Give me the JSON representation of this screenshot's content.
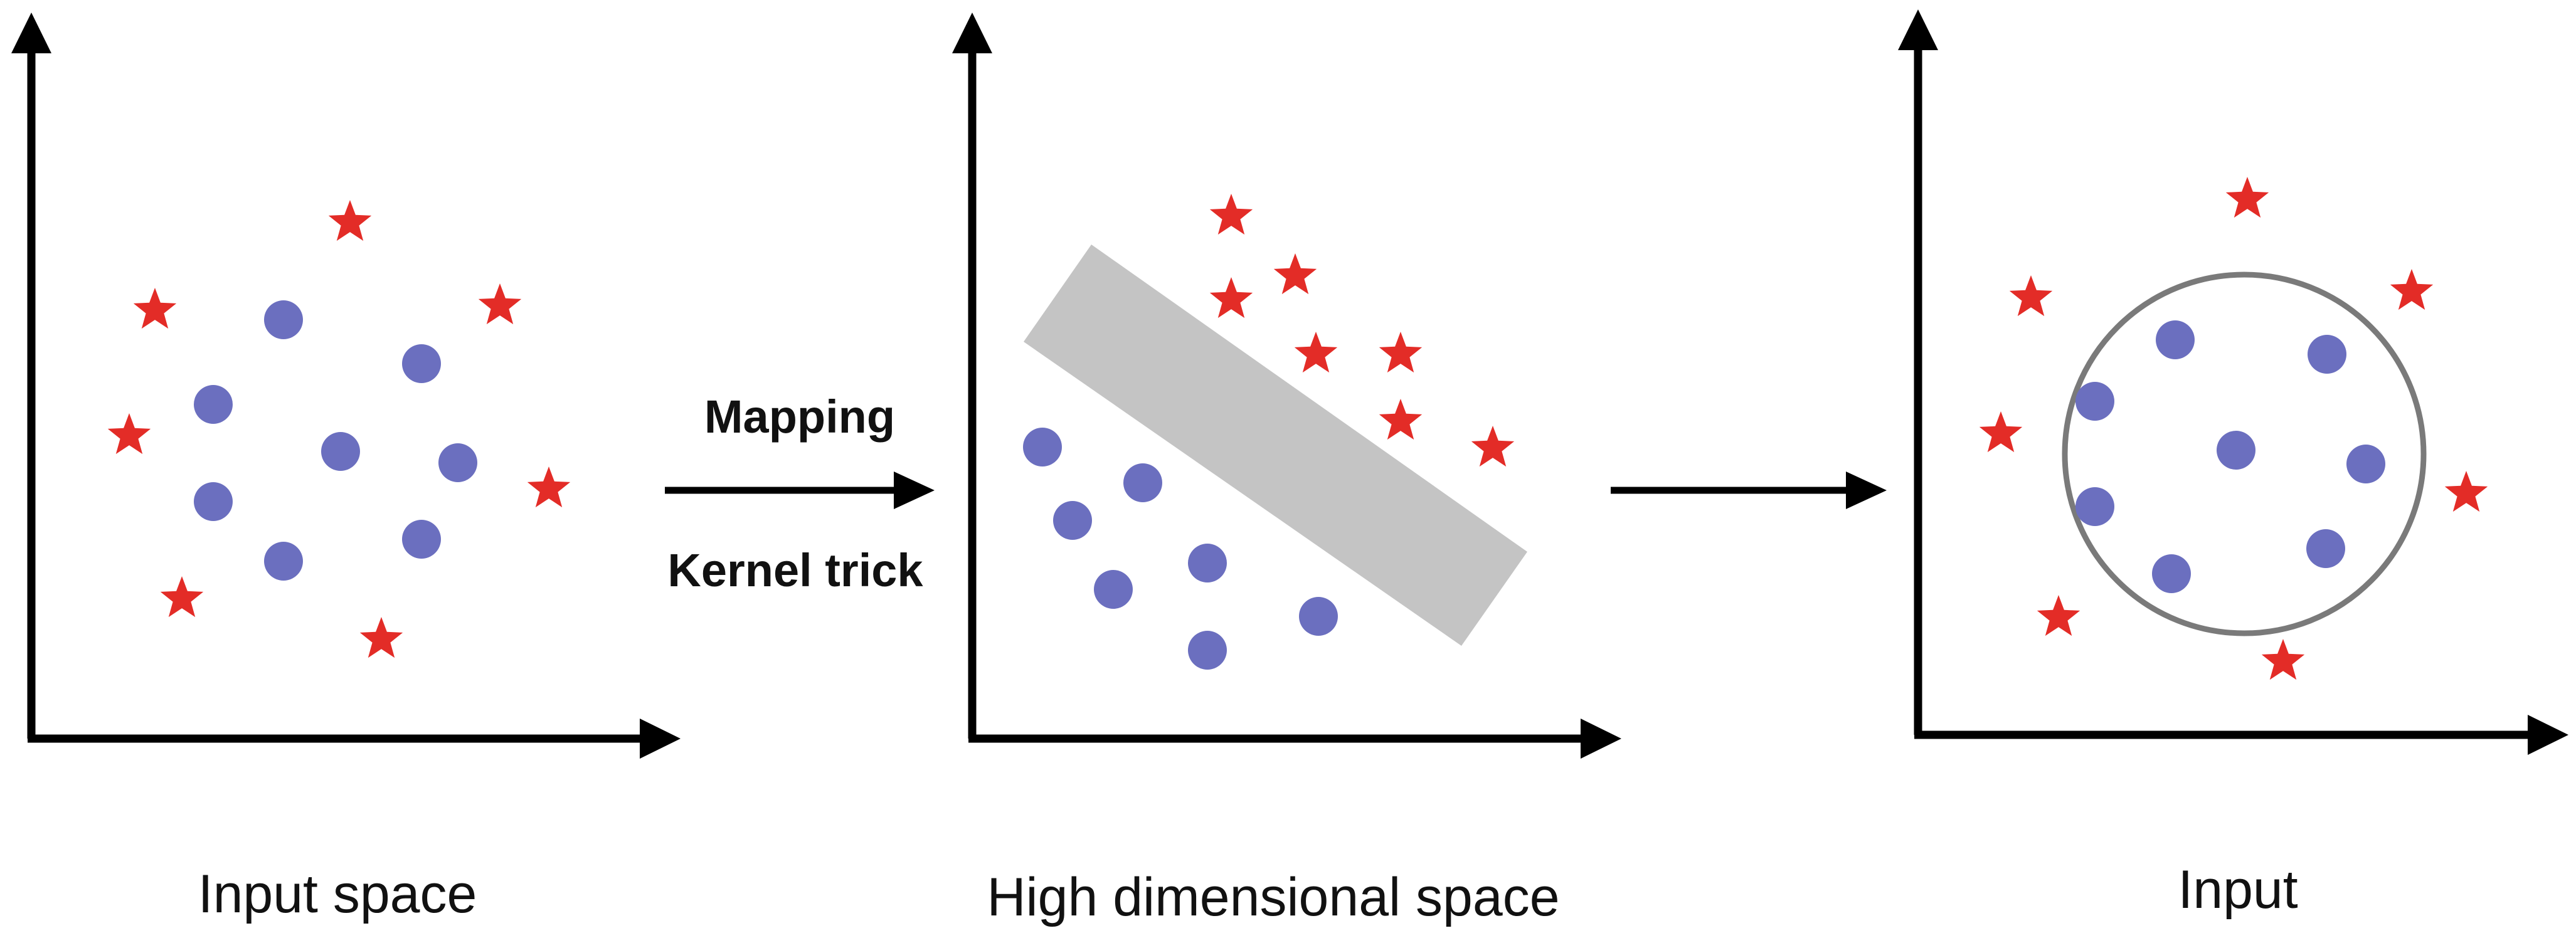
{
  "colors": {
    "axis": "#000000",
    "dot": "#6b6fbf",
    "star": "#e32c27",
    "band": "#c4c4c4",
    "circle": "#7a7a7a"
  },
  "panels": [
    {
      "caption": "Input space"
    },
    {
      "caption": "High dimensional space"
    },
    {
      "caption": "Input"
    }
  ],
  "transitions": [
    {
      "top_label": "Mapping",
      "bottom_label": "Kernel trick"
    },
    {
      "top_label": "",
      "bottom_label": ""
    }
  ],
  "icons": {
    "dot": "filled-circle",
    "star": "five-point-star"
  }
}
